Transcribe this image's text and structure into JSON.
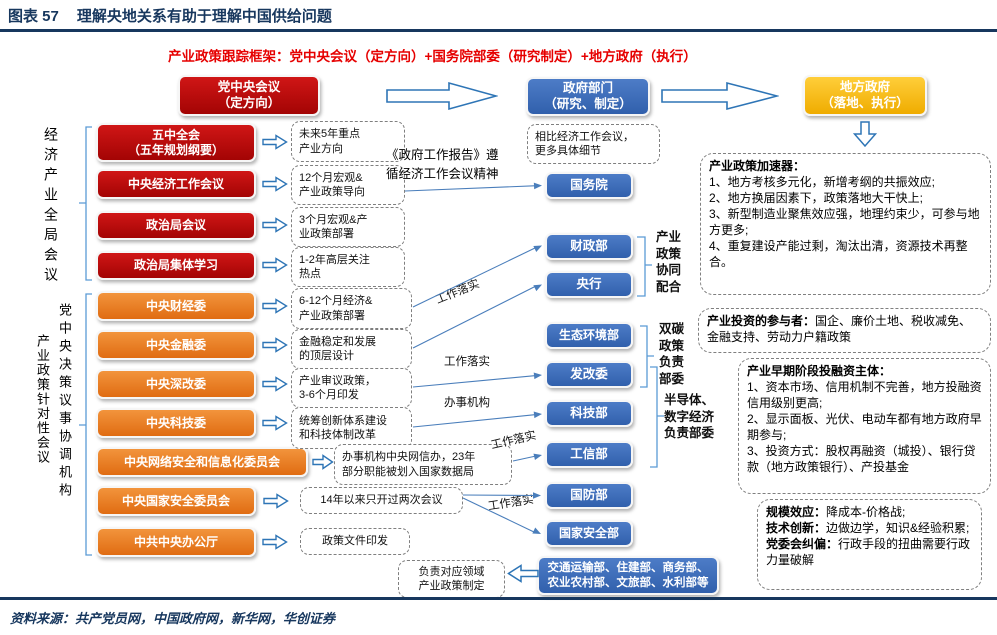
{
  "page": {
    "figure_label": "图表 57",
    "title": "理解央地关系有助于理解中国供给问题",
    "banner": "产业政策跟踪框架：党中央会议（定方向）+国务院部委（研究制定）+地方政府（执行）",
    "source": "资料来源：共产党员网，中国政府网，新华网，华创证券"
  },
  "top_flow": {
    "party": "党中央会议\n（定方向）",
    "gov": "政府部门\n（研究、制定）",
    "local": "地方政府\n（落地、执行）"
  },
  "group1": {
    "side_label": "经济产业全局会议",
    "rows": [
      {
        "box": "五中全会\n（五年规划纲要）",
        "note": "未来5年重点\n产业方向"
      },
      {
        "box": "中央经济工作会议",
        "note": "12个月宏观&\n产业政策导向"
      },
      {
        "box": "政治局会议",
        "note": "3个月宏观&产\n业政策部署"
      },
      {
        "box": "政治局集体学习",
        "note": "1-2年高层关注\n热点"
      }
    ]
  },
  "group2": {
    "side_label_left": "产业政策针对性会议",
    "side_label_right": "党中央决策议事协调机构",
    "rows": [
      {
        "box": "中央财经委",
        "note": "6-12个月经济&\n产业政策部署"
      },
      {
        "box": "中央金融委",
        "note": "金融稳定和发展\n的顶层设计"
      },
      {
        "box": "中央深改委",
        "note": "产业审议政策，\n3-6个月印发"
      },
      {
        "box": "中央科技委",
        "note": "统筹创新体系建设\n和科技体制改革"
      },
      {
        "box": "中央网络安全和信息化委员会",
        "note": "办事机构中央网信办，23年\n部分职能被划入国家数据局"
      },
      {
        "box": "中央国家安全委员会",
        "note": "14年以来只开过两次会议"
      },
      {
        "box": "中共中央办公厅",
        "note": "政策文件印发"
      }
    ]
  },
  "center": {
    "report_note": "《政府工作报告》遵\n循经济工作会议精神",
    "gov_note": "相比经济工作会议，\n更多具体细节",
    "state_council": "国务院",
    "ministries": [
      "财政部",
      "央行",
      "生态环境部",
      "发改委",
      "科技部",
      "工信部",
      "国防部",
      "国家安全部"
    ],
    "ministries_other": "交通运输部、住建部、商务部、\n农业农村部、文旅部、水利部等",
    "duty_note": "负责对应领域\n产业政策制定",
    "bracket_labels": {
      "b1": "产业\n政策\n协同\n配合",
      "b2": "双碳\n政策\n负责\n部委",
      "b3": "半导体、\n数字经济\n负责部委"
    }
  },
  "arrow_labels": {
    "work_a": "工作落实",
    "work_b": "工作落实",
    "work_c": "办事机构",
    "work_d": "工作落实",
    "work_e": "工作落实"
  },
  "right_column": {
    "accelerator": {
      "title": "产业政策加速器：",
      "items": [
        "1、地方考核多元化，新增考纲的共振效应;",
        "2、地方换届因素下，政策落地大干快上;",
        "3、新型制造业聚焦效应强，地理约束少，可参与地方更多;",
        "4、重复建设产能过剩，淘汰出清，资源技术再整合。"
      ]
    },
    "participants": {
      "title": "产业投资的参与者：",
      "text": "国企、廉价土地、税收减免、金融支持、劳动力户籍政策"
    },
    "financing": {
      "title": "产业早期阶段投融资主体：",
      "items": [
        "1、资本市场、信用机制不完善，地方投融资信用级别更高;",
        "2、显示面板、光伏、电动车都有地方政府早期参与;",
        "3、投资方式：股权再融资（城投）、银行贷款（地方政策银行）、产投基金"
      ]
    },
    "effects": {
      "items": [
        {
          "term": "规模效应：",
          "text": "降成本-价格战;"
        },
        {
          "term": "技术创新：",
          "text": "边做边学，知识&经验积累;"
        },
        {
          "term": "党委会纠偏：",
          "text": "行政手段的扭曲需要行政力量破解"
        }
      ]
    }
  }
}
